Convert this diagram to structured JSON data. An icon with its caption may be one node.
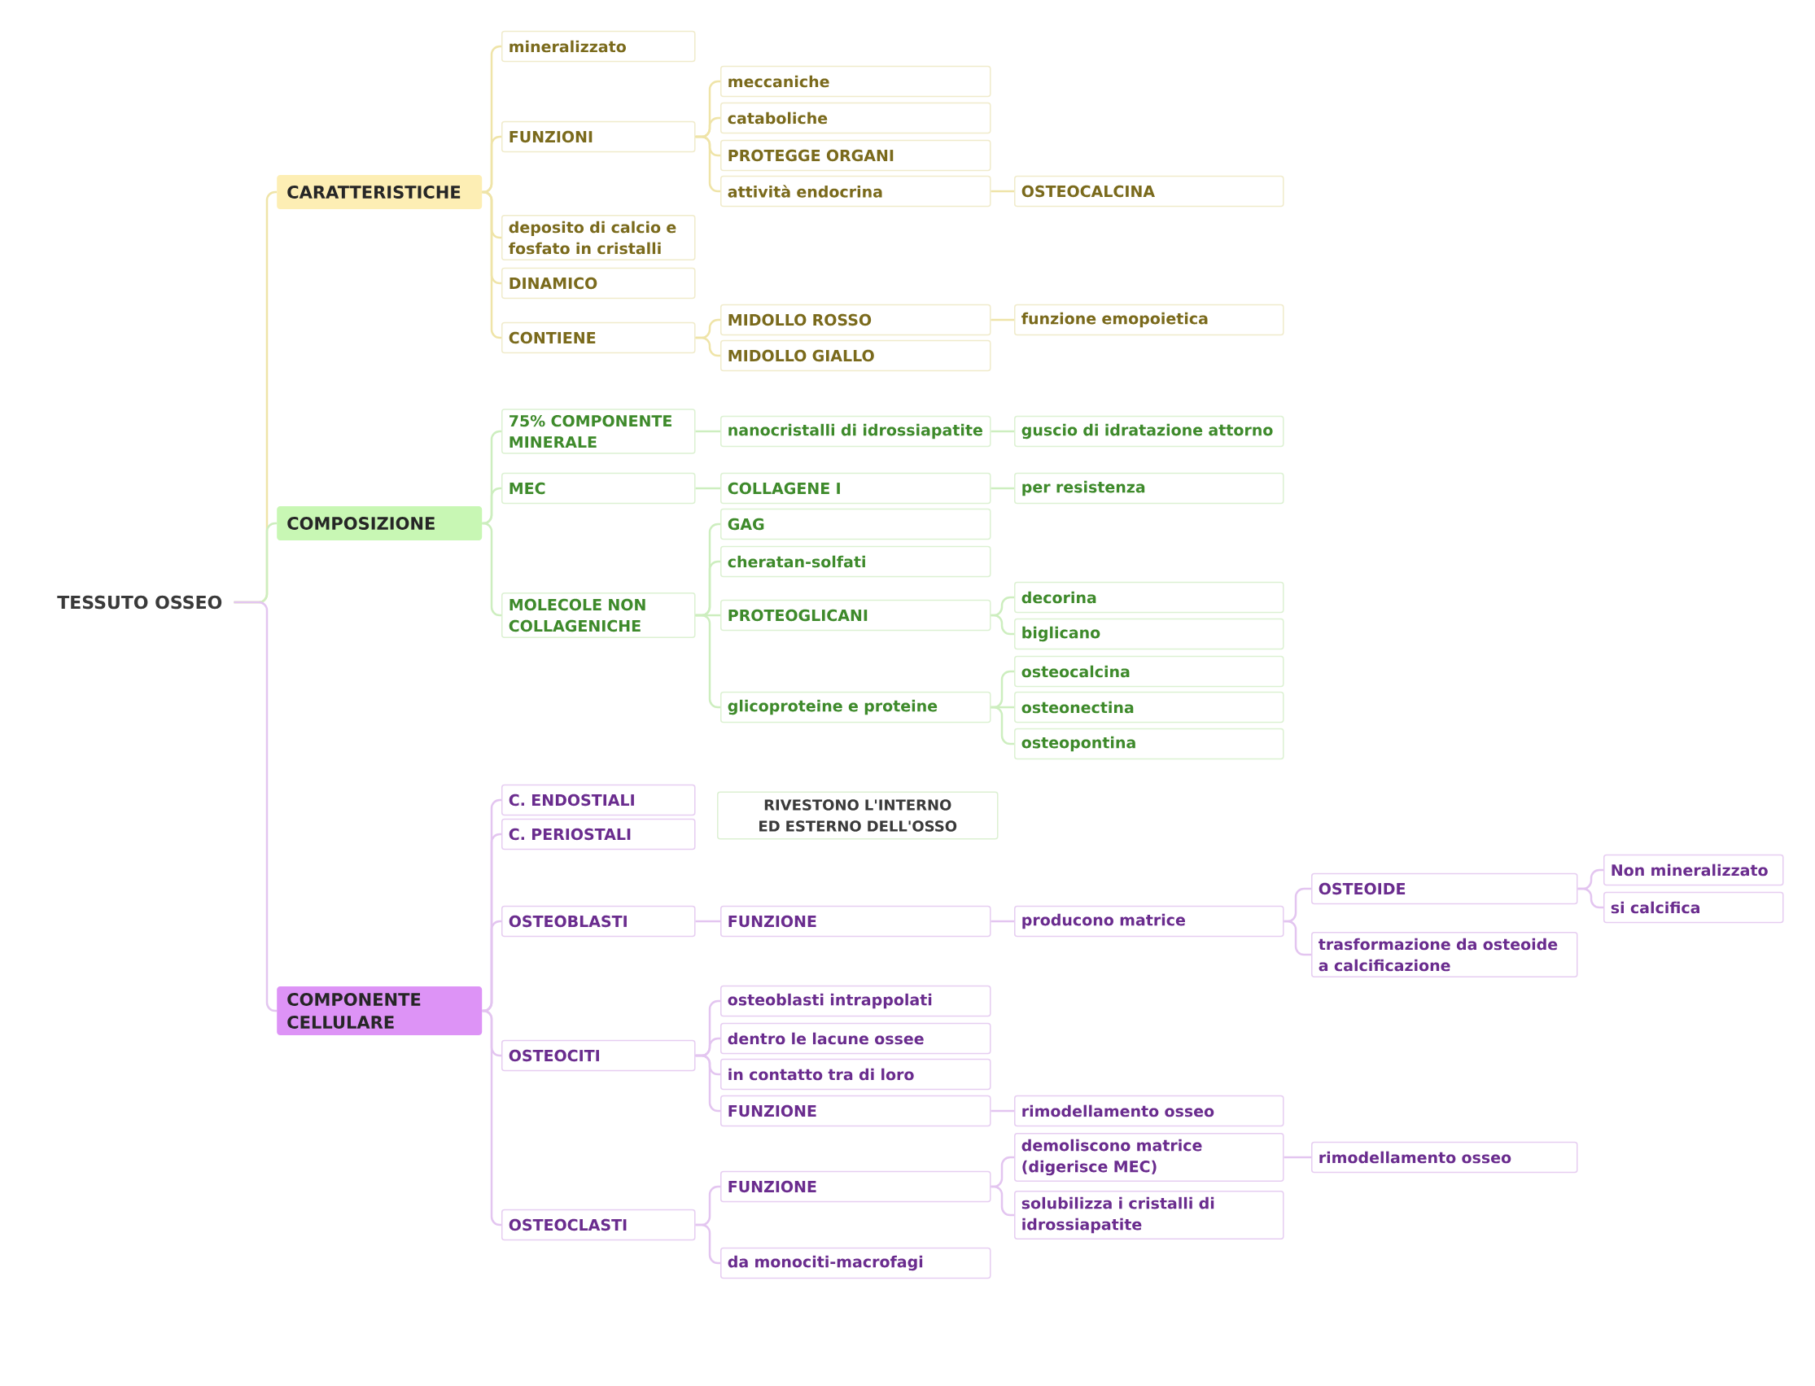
{
  "diagram": {
    "nodes": [
      {
        "text": [
          "TESSUTO OSSEO"
        ]
      },
      {
        "text": [
          "CARATTERISTICHE"
        ]
      },
      {
        "text": [
          "mineralizzato"
        ]
      },
      {
        "text": [
          "FUNZIONI"
        ]
      },
      {
        "text": [
          "meccaniche"
        ]
      },
      {
        "text": [
          "cataboliche"
        ]
      },
      {
        "text": [
          "PROTEGGE ORGANI"
        ]
      },
      {
        "text": [
          "attività endocrina"
        ]
      },
      {
        "text": [
          "OSTEOCALCINA"
        ]
      },
      {
        "text": [
          "deposito di calcio e fosfato in cristalli"
        ]
      },
      {
        "text": [
          "DINAMICO"
        ]
      },
      {
        "text": [
          "CONTIENE"
        ]
      },
      {
        "text": [
          "MIDOLLO ROSSO"
        ]
      },
      {
        "text": [
          "funzione emopoietica"
        ]
      },
      {
        "text": [
          "MIDOLLO GIALLO"
        ]
      },
      {
        "text": [
          "COMPOSIZIONE"
        ]
      },
      {
        "text": [
          "75% COMPONENTE MINERALE"
        ]
      },
      {
        "text": [
          "nanocristalli di idrossiapatite"
        ]
      },
      {
        "text": [
          "guscio di idratazione attorno"
        ]
      },
      {
        "text": [
          "MEC"
        ]
      },
      {
        "text": [
          "COLLAGENE I"
        ]
      },
      {
        "text": [
          "per resistenza"
        ]
      },
      {
        "text": [
          "MOLECOLE NON COLLAGENICHE"
        ]
      },
      {
        "text": [
          "GAG"
        ]
      },
      {
        "text": [
          "cheratan-solfati"
        ]
      },
      {
        "text": [
          "PROTEOGLICANI"
        ]
      },
      {
        "text": [
          "decorina"
        ]
      },
      {
        "text": [
          "biglicano"
        ]
      },
      {
        "text": [
          "glicoproteine e proteine"
        ]
      },
      {
        "text": [
          "osteocalcina"
        ]
      },
      {
        "text": [
          "osteonectina"
        ]
      },
      {
        "text": [
          "osteopontina"
        ]
      },
      {
        "text": [
          "COMPONENTE CELLULARE"
        ]
      },
      {
        "text": [
          "C. ENDOSTIALI"
        ]
      },
      {
        "text": [
          "C. PERIOSTALI"
        ]
      },
      {
        "text": [
          "RIVESTONO L'INTERNO ED ESTERNO DELL'OSSO"
        ]
      },
      {
        "text": [
          "OSTEOBLASTI"
        ]
      },
      {
        "text": [
          "FUNZIONE"
        ]
      },
      {
        "text": [
          "producono matrice"
        ]
      },
      {
        "text": [
          "OSTEOIDE"
        ]
      },
      {
        "text": [
          "Non mineralizzato"
        ]
      },
      {
        "text": [
          "si calcifica"
        ]
      },
      {
        "text": [
          "trasformazione da osteoide a calcificazione"
        ]
      },
      {
        "text": [
          "OSTEOCITI"
        ]
      },
      {
        "text": [
          "osteoblasti intrappolati"
        ]
      },
      {
        "text": [
          "dentro le lacune ossee"
        ]
      },
      {
        "text": [
          "in contatto tra di loro"
        ]
      },
      {
        "text": [
          "FUNZIONE"
        ]
      },
      {
        "text": [
          "rimodellamento osseo"
        ]
      },
      {
        "text": [
          "OSTEOCLASTI"
        ]
      },
      {
        "text": [
          "FUNZIONE"
        ]
      },
      {
        "text": [
          "demoliscono matrice (digerisce MEC)"
        ]
      },
      {
        "text": [
          "rimodellamento osseo"
        ]
      },
      {
        "text": [
          "solubilizza i cristalli di idrossiapatite"
        ]
      },
      {
        "text": [
          "da monociti-macrofagi"
        ]
      }
    ],
    "edges": [
      {
        "from": 0,
        "to": 1,
        "arrow": "none",
        "color": "#efe4a8"
      },
      {
        "from": 1,
        "to": 2,
        "arrow": "none",
        "color": "#efe4a8"
      },
      {
        "from": 1,
        "to": 3,
        "arrow": "none",
        "color": "#efe4a8"
      },
      {
        "from": 1,
        "to": 9,
        "arrow": "none",
        "color": "#efe4a8"
      },
      {
        "from": 1,
        "to": 10,
        "arrow": "none",
        "color": "#efe4a8"
      },
      {
        "from": 1,
        "to": 11,
        "arrow": "none",
        "color": "#efe4a8"
      },
      {
        "from": 3,
        "to": 4,
        "arrow": "none",
        "color": "#efe4a8"
      },
      {
        "from": 3,
        "to": 5,
        "arrow": "none",
        "color": "#efe4a8"
      },
      {
        "from": 3,
        "to": 6,
        "arrow": "none",
        "color": "#efe4a8"
      },
      {
        "from": 3,
        "to": 7,
        "arrow": "none",
        "color": "#efe4a8"
      },
      {
        "from": 7,
        "to": 8,
        "arrow": "none",
        "color": "#efe4a8"
      },
      {
        "from": 11,
        "to": 12,
        "arrow": "none",
        "color": "#efe4a8"
      },
      {
        "from": 11,
        "to": 14,
        "arrow": "none",
        "color": "#efe4a8"
      },
      {
        "from": 12,
        "to": 13,
        "arrow": "none",
        "color": "#efe4a8"
      },
      {
        "from": 0,
        "to": 15,
        "arrow": "none",
        "color": "#cdeebf"
      },
      {
        "from": 15,
        "to": 16,
        "arrow": "none",
        "color": "#cdeebf"
      },
      {
        "from": 15,
        "to": 19,
        "arrow": "none",
        "color": "#cdeebf"
      },
      {
        "from": 15,
        "to": 22,
        "arrow": "none",
        "color": "#cdeebf"
      },
      {
        "from": 16,
        "to": 17,
        "arrow": "none",
        "color": "#cdeebf"
      },
      {
        "from": 17,
        "to": 18,
        "arrow": "none",
        "color": "#cdeebf"
      },
      {
        "from": 19,
        "to": 20,
        "arrow": "none",
        "color": "#cdeebf"
      },
      {
        "from": 20,
        "to": 21,
        "arrow": "none",
        "color": "#cdeebf"
      },
      {
        "from": 22,
        "to": 23,
        "arrow": "none",
        "color": "#cdeebf"
      },
      {
        "from": 22,
        "to": 24,
        "arrow": "none",
        "color": "#cdeebf"
      },
      {
        "from": 22,
        "to": 25,
        "arrow": "none",
        "color": "#cdeebf"
      },
      {
        "from": 22,
        "to": 28,
        "arrow": "none",
        "color": "#cdeebf"
      },
      {
        "from": 25,
        "to": 26,
        "arrow": "none",
        "color": "#cdeebf"
      },
      {
        "from": 25,
        "to": 27,
        "arrow": "none",
        "color": "#cdeebf"
      },
      {
        "from": 28,
        "to": 29,
        "arrow": "none",
        "color": "#cdeebf"
      },
      {
        "from": 28,
        "to": 30,
        "arrow": "none",
        "color": "#cdeebf"
      },
      {
        "from": 28,
        "to": 31,
        "arrow": "none",
        "color": "#cdeebf"
      },
      {
        "from": 0,
        "to": 32,
        "arrow": "none"
      },
      {
        "from": 32,
        "to": 33,
        "arrow": "none"
      },
      {
        "from": 32,
        "to": 34,
        "arrow": "none"
      },
      {
        "from": 32,
        "to": 36,
        "arrow": "none"
      },
      {
        "from": 32,
        "to": 43,
        "arrow": "none"
      },
      {
        "from": 32,
        "to": 49,
        "arrow": "none"
      },
      {
        "from": 36,
        "to": 37,
        "arrow": "none"
      },
      {
        "from": 37,
        "to": 38,
        "arrow": "none"
      },
      {
        "from": 38,
        "to": 39,
        "arrow": "none"
      },
      {
        "from": 38,
        "to": 42,
        "arrow": "none"
      },
      {
        "from": 39,
        "to": 40,
        "arrow": "none"
      },
      {
        "from": 39,
        "to": 41,
        "arrow": "none"
      },
      {
        "from": 43,
        "to": 44,
        "arrow": "none"
      },
      {
        "from": 43,
        "to": 45,
        "arrow": "none"
      },
      {
        "from": 43,
        "to": 46,
        "arrow": "none"
      },
      {
        "from": 43,
        "to": 47,
        "arrow": "none"
      },
      {
        "from": 47,
        "to": 48,
        "arrow": "none"
      },
      {
        "from": 49,
        "to": 50,
        "arrow": "none"
      },
      {
        "from": 49,
        "to": 54,
        "arrow": "none"
      },
      {
        "from": 50,
        "to": 51,
        "arrow": "none"
      },
      {
        "from": 50,
        "to": 53,
        "arrow": "none"
      },
      {
        "from": 51,
        "to": 52,
        "arrow": "none"
      }
    ]
  }
}
